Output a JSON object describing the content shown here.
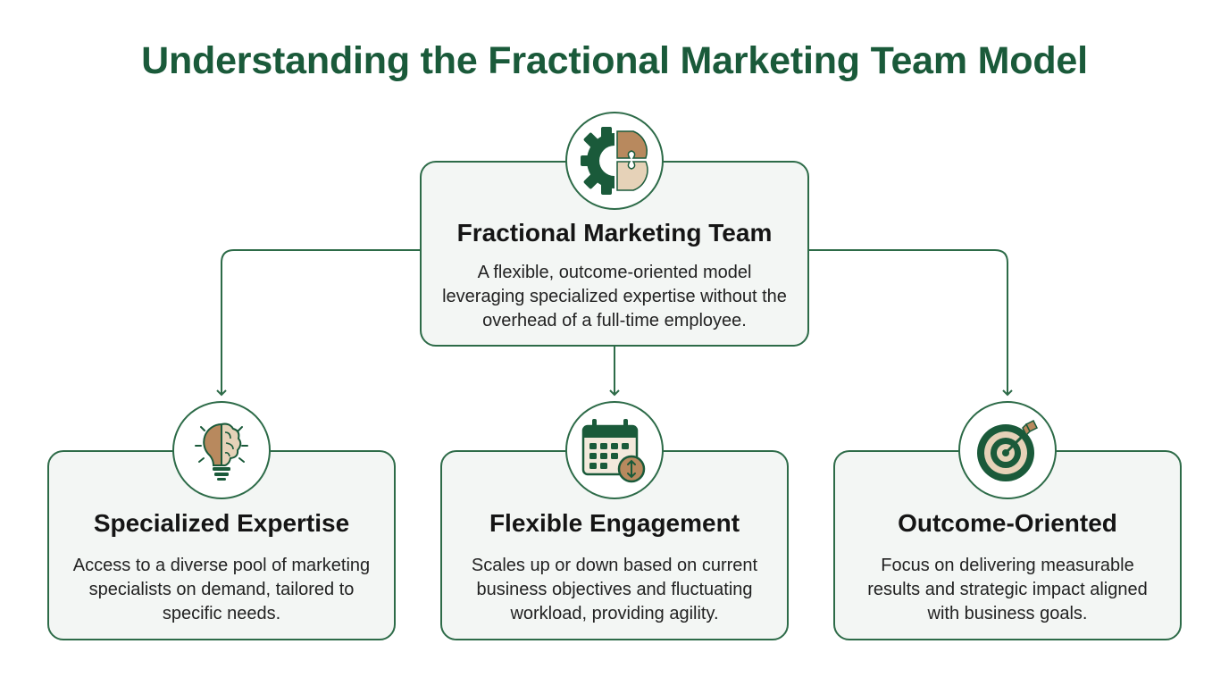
{
  "title": "Understanding the Fractional Marketing Team Model",
  "main": {
    "title": "Fractional Marketing Team",
    "description": "A flexible, outcome-oriented model leveraging specialized expertise without the overhead of a full-time employee.",
    "icon": "gear-puzzle-icon"
  },
  "pillars": [
    {
      "title": "Specialized Expertise",
      "description": "Access to a diverse pool of marketing specialists on demand, tailored to specific needs.",
      "icon": "lightbulb-brain-icon"
    },
    {
      "title": "Flexible Engagement",
      "description": "Scales up or down based on current business objectives and fluctuating workload, providing agility.",
      "icon": "calendar-scale-icon"
    },
    {
      "title": "Outcome-Oriented",
      "description": "Focus on delivering measurable results and strategic impact aligned with business goals.",
      "icon": "target-arrow-icon"
    }
  ],
  "colors": {
    "primary_green": "#1a5a3a",
    "border_green": "#2d6b48",
    "accent_tan": "#b8895e",
    "light_tan": "#e6d2b8",
    "card_bg": "#f3f6f4"
  }
}
